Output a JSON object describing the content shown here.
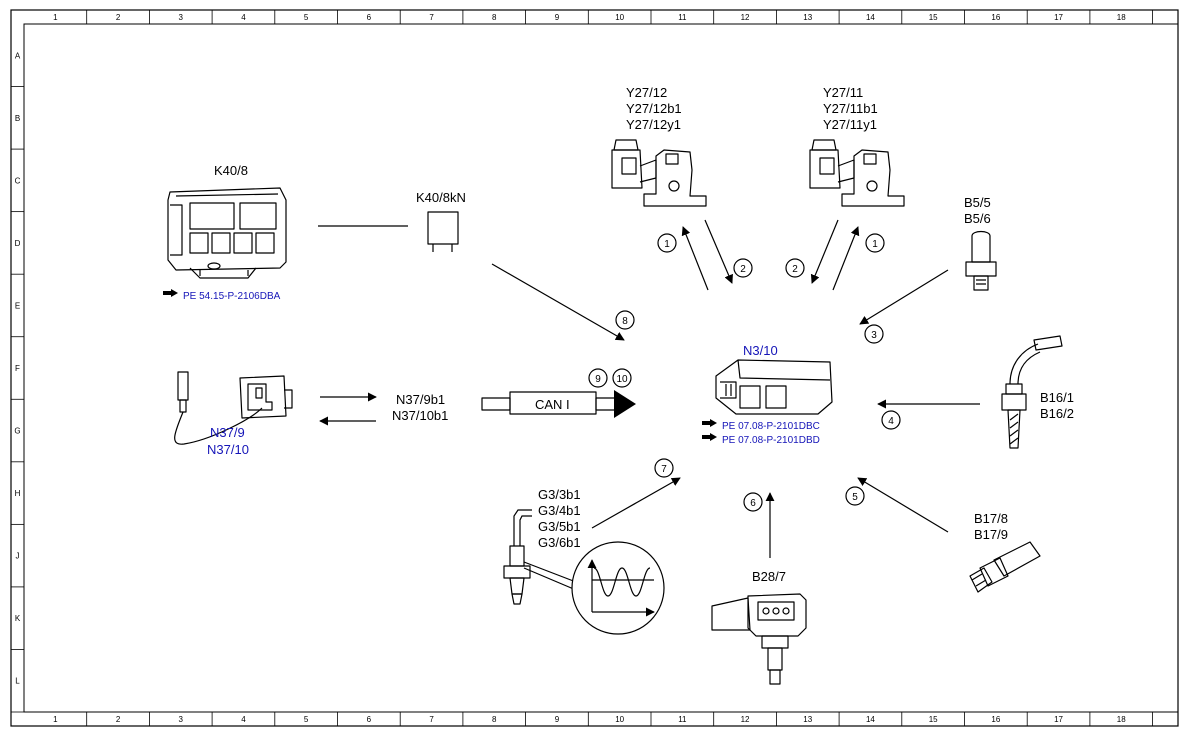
{
  "grid": {
    "columns": [
      "1",
      "2",
      "3",
      "4",
      "5",
      "6",
      "7",
      "8",
      "9",
      "10",
      "11",
      "12",
      "13",
      "14",
      "15",
      "16",
      "17",
      "18"
    ],
    "rows": [
      "A",
      "B",
      "C",
      "D",
      "E",
      "F",
      "G",
      "H",
      "J",
      "K",
      "L"
    ]
  },
  "components": {
    "k40_8": {
      "label": "K40/8",
      "ref": "PE 54.15-P-2106DBA"
    },
    "k40_8kn": {
      "label": "K40/8kN"
    },
    "y27_12": {
      "lines": [
        "Y27/12",
        "Y27/12b1",
        "Y27/12y1"
      ]
    },
    "y27_11": {
      "lines": [
        "Y27/11",
        "Y27/11b1",
        "Y27/11y1"
      ]
    },
    "b5": {
      "lines": [
        "B5/5",
        "B5/6"
      ]
    },
    "n3_10": {
      "label": "N3/10",
      "refs": [
        "PE 07.08-P-2101DBC",
        "PE 07.08-P-2101DBD"
      ]
    },
    "n37": {
      "lines": [
        "N37/9",
        "N37/10"
      ]
    },
    "n37_b1": {
      "lines": [
        "N37/9b1",
        "N37/10b1"
      ]
    },
    "can": {
      "label": "CAN I"
    },
    "b16": {
      "lines": [
        "B16/1",
        "B16/2"
      ]
    },
    "g3": {
      "lines": [
        "G3/3b1",
        "G3/4b1",
        "G3/5b1",
        "G3/6b1"
      ]
    },
    "b28": {
      "label": "B28/7"
    },
    "b17": {
      "lines": [
        "B17/8",
        "B17/9"
      ]
    }
  },
  "callouts": [
    "1",
    "1",
    "2",
    "2",
    "3",
    "4",
    "5",
    "6",
    "7",
    "8",
    "9",
    "10"
  ]
}
